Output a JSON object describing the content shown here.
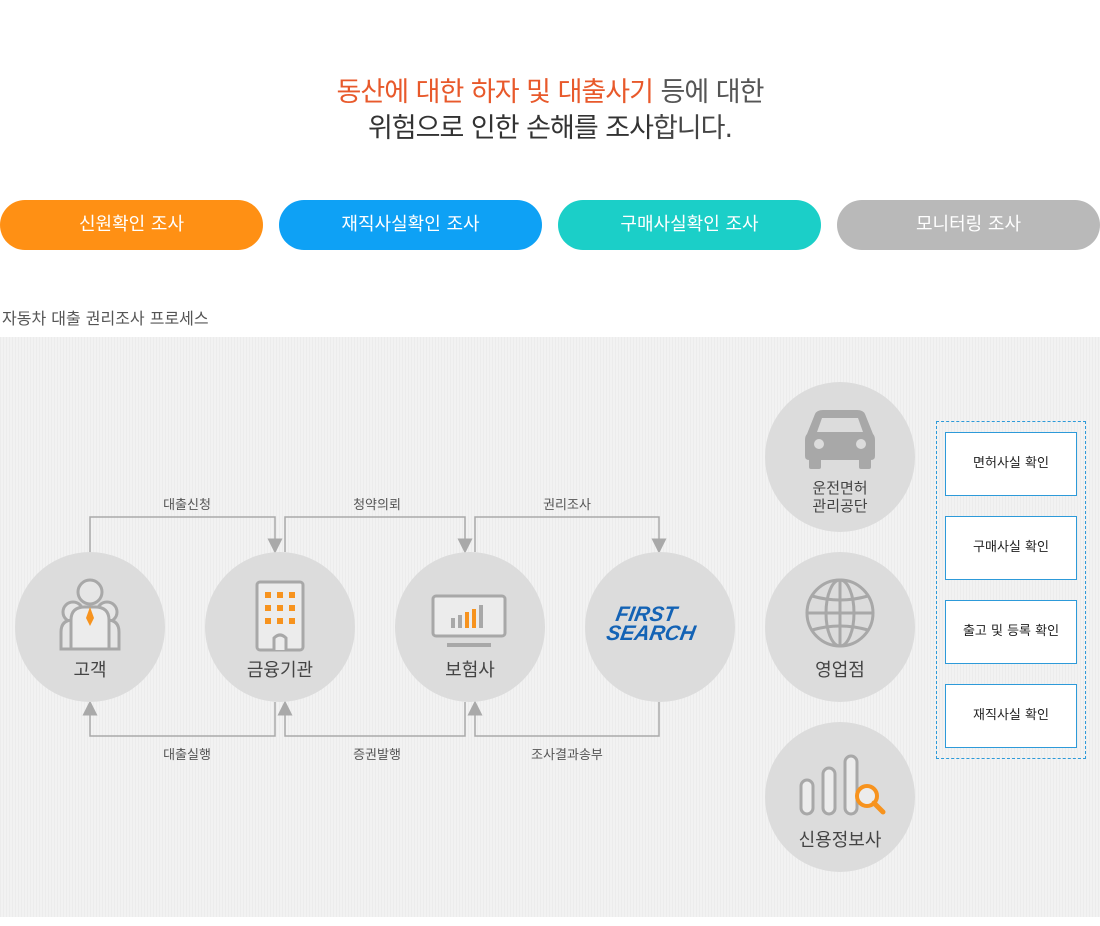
{
  "headline": {
    "line1_orange": "동산에 대한 하자 및 대출사기",
    "line1_rest": " 등에 대한",
    "line2_dark": "위험으로 인한 손해를 조사",
    "line2_rest": "합니다."
  },
  "tabs": [
    {
      "label": "신원확인 조사",
      "color": "#ff9014"
    },
    {
      "label": "재직사실확인 조사",
      "color": "#0ea1f5"
    },
    {
      "label": "구매사실확인 조사",
      "color": "#1bcfc8"
    },
    {
      "label": "모니터링 조사",
      "color": "#b9b9b9"
    }
  ],
  "process_title": "자동차 대출 권리조사 프로세스",
  "nodes": {
    "customer": "고객",
    "bank": "금융기관",
    "insurer": "보험사",
    "first_search_line1": "FIRST",
    "first_search_line2": "SEARCH",
    "dmv_line1": "운전면허",
    "dmv_line2": "관리공단",
    "sales": "영업점",
    "credit": "신용정보사"
  },
  "arrows_top": [
    "대출신청",
    "청약의뢰",
    "권리조사"
  ],
  "arrows_bottom": [
    "대출실행",
    "증권발행",
    "조사결과송부"
  ],
  "checks": [
    "면허사실 확인",
    "구매사실 확인",
    "출고 및 등록 확인",
    "재직사실 확인"
  ],
  "colors": {
    "accent_orange": "#f7931e",
    "icon_gray": "#a8a8a8",
    "logo_blue": "#1463b5",
    "check_border": "#2d9ad9"
  }
}
